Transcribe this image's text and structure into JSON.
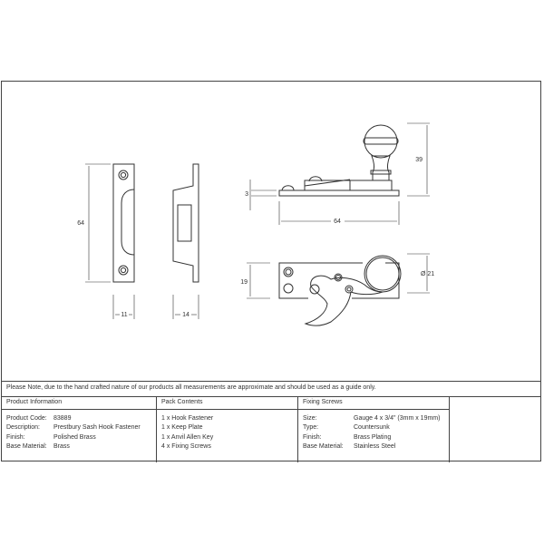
{
  "drawing": {
    "dimensions": {
      "keep_plate_height": "64",
      "keep_plate_width": "11",
      "keep_plate_side_depth": "14",
      "fastener_plate_thickness": "3",
      "fastener_length": "64",
      "fastener_height": "39",
      "fastener_width": "19",
      "knob_diameter": "Ø 21"
    }
  },
  "note": "Please Note, due to the hand crafted nature of our products all measurements are approximate and should be used as a guide only.",
  "product_information": {
    "title": "Product Information",
    "rows": [
      {
        "label": "Product Code:",
        "value": "83889"
      },
      {
        "label": "Description:",
        "value": "Prestbury Sash Hook Fastener"
      },
      {
        "label": "Finish:",
        "value": "Polished Brass"
      },
      {
        "label": "Base Material:",
        "value": "Brass"
      }
    ]
  },
  "pack_contents": {
    "title": "Pack Contents",
    "items": [
      "1 x Hook Fastener",
      "1 x Keep Plate",
      "1 x Anvil Allen Key",
      "4 x Fixing Screws"
    ]
  },
  "fixing_screws": {
    "title": "Fixing Screws",
    "rows": [
      {
        "label": "Size:",
        "value": "Gauge 4 x 3/4\" (3mm x 19mm)"
      },
      {
        "label": "Type:",
        "value": "Countersunk"
      },
      {
        "label": "Finish:",
        "value": "Brass Plating"
      },
      {
        "label": "Base Material:",
        "value": "Stainless Steel"
      }
    ]
  }
}
